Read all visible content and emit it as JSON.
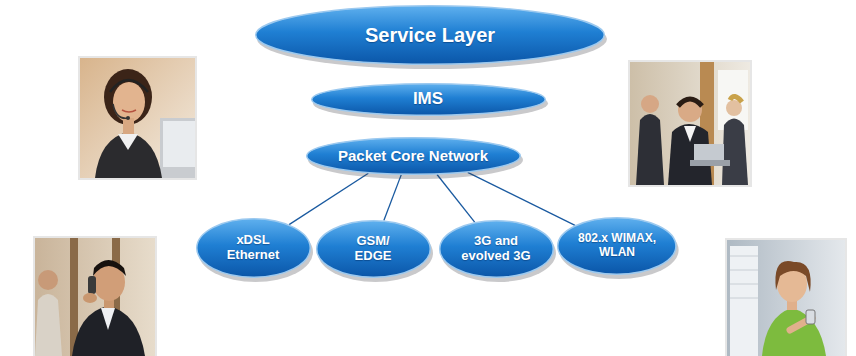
{
  "diagram": {
    "nodes": [
      {
        "text": [
          "Service Layer"
        ]
      },
      {
        "text": [
          "IMS"
        ]
      },
      {
        "text": [
          "Packet Core Network"
        ]
      },
      {
        "text": [
          "xDSL Ethernet"
        ]
      },
      {
        "text": [
          "GSM/ EDGE"
        ]
      },
      {
        "text": [
          "3G and evolved 3G"
        ]
      },
      {
        "text": [
          "802.x WIMAX, WLAN"
        ]
      }
    ],
    "edges": [
      {
        "from": 2,
        "to": 3,
        "arrow": "none"
      },
      {
        "from": 2,
        "to": 4,
        "arrow": "none"
      },
      {
        "from": 2,
        "to": 5,
        "arrow": "none"
      },
      {
        "from": 2,
        "to": 6,
        "arrow": "none"
      }
    ]
  }
}
